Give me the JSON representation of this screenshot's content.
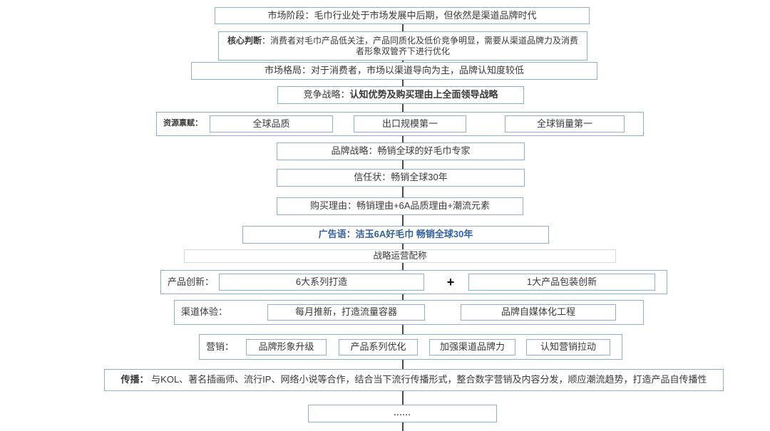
{
  "colors": {
    "box_border": "#8cb0d6",
    "gray_border": "#d9d9d9",
    "text": "#3a3a3a",
    "slogan_blue": "#33619f",
    "connector_line": "#4a4a4a"
  },
  "nodes": {
    "market_stage": "市场阶段：毛巾行业处于市场发展中后期，但依然是渠道品牌时代",
    "core_judgment": {
      "label": "核心判断",
      "text": "：消费者对毛巾产品低关注，产品同质化及低价竞争明显，需要从渠道品牌力及消费者形象双管齐下进行优化"
    },
    "market_pattern": "市场格局：对于消费者，市场以渠道导向为主，品牌认知度较低",
    "competition": {
      "label": "竞争战略：",
      "bold_text": "认知优势及购买理由上全面领导战略"
    },
    "resources": {
      "label": "资源禀赋：",
      "items": [
        "全球品质",
        "出口规模第一",
        "全球销量第一"
      ]
    },
    "brand_strategy": "品牌战略：畅销全球的好毛巾专家",
    "trust_letter": "信任状：畅销全球30年",
    "purchase_reason": "购买理由：畅销理由+6A品质理由+潮流元素",
    "slogan": "广告语：洁玉6A好毛巾 畅销全球30年",
    "operations_title": "战略运营配称",
    "product_innovation": {
      "label": "产品创新：",
      "plus": "+",
      "items": [
        "6大系列打造",
        "1大产品包装创新"
      ]
    },
    "channel_experience": {
      "label": "渠道体验：",
      "items": [
        "每月推新，打造流量容器",
        "品牌自媒体化工程"
      ]
    },
    "marketing": {
      "label": "营销：",
      "items": [
        "品牌形象升级",
        "产品系列优化",
        "加强渠道品牌力",
        "认知营销拉动"
      ]
    },
    "communication": {
      "label": "传播：",
      "text": "与KOL、著名插画师、流行IP、网络小说等合作，结合当下流行传播形式，整合数字营销及内容分发，顺应潮流趋势，打造产品自传播性"
    },
    "ellipsis": "......"
  }
}
